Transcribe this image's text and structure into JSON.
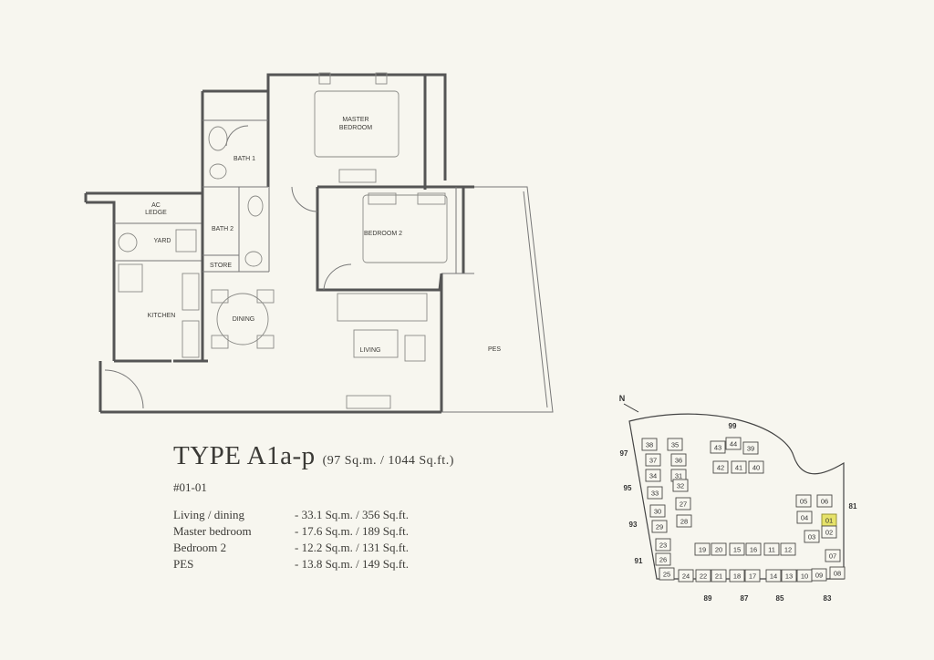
{
  "rooms": {
    "master_bedroom": [
      "MASTER",
      "BEDROOM"
    ],
    "bath1": "BATH 1",
    "ac_ledge": [
      "AC",
      "LEDGE"
    ],
    "bath2": "BATH 2",
    "yard": "YARD",
    "store": "STORE",
    "bedroom2": "BEDROOM 2",
    "kitchen": "KITCHEN",
    "dining": "DINING",
    "living": "LIVING",
    "pes": "PES"
  },
  "unit_type": {
    "title": "TYPE A1a-p",
    "area": "(97 Sq.m. / 1044 Sq.ft.)",
    "unit_no": "#01-01"
  },
  "areas": [
    {
      "name": "Living / dining",
      "value": "- 33.1 Sq.m. / 356 Sq.ft."
    },
    {
      "name": "Master bedroom",
      "value": "- 17.6 Sq.m. / 189 Sq.ft."
    },
    {
      "name": "Bedroom 2",
      "value": "- 12.2 Sq.m. / 131 Sq.ft."
    },
    {
      "name": "PES",
      "value": "- 13.8 Sq.m. / 149 Sq.ft."
    }
  ],
  "site_plan": {
    "north": "N",
    "highlight_color": "#e6e26a",
    "highlighted_unit": "01",
    "roads": [
      "99",
      "97",
      "95",
      "93",
      "91",
      "81",
      "89",
      "87",
      "85",
      "83"
    ],
    "blocks": [
      "38",
      "35",
      "37",
      "36",
      "34",
      "31",
      "33",
      "32",
      "30",
      "27",
      "29",
      "28",
      "43",
      "44",
      "39",
      "42",
      "41",
      "40",
      "05",
      "06",
      "04",
      "01",
      "03",
      "02",
      "07",
      "08",
      "23",
      "26",
      "25",
      "24",
      "22",
      "21",
      "18",
      "17",
      "14",
      "13",
      "10",
      "09",
      "19",
      "20",
      "15",
      "16",
      "11",
      "12"
    ]
  }
}
